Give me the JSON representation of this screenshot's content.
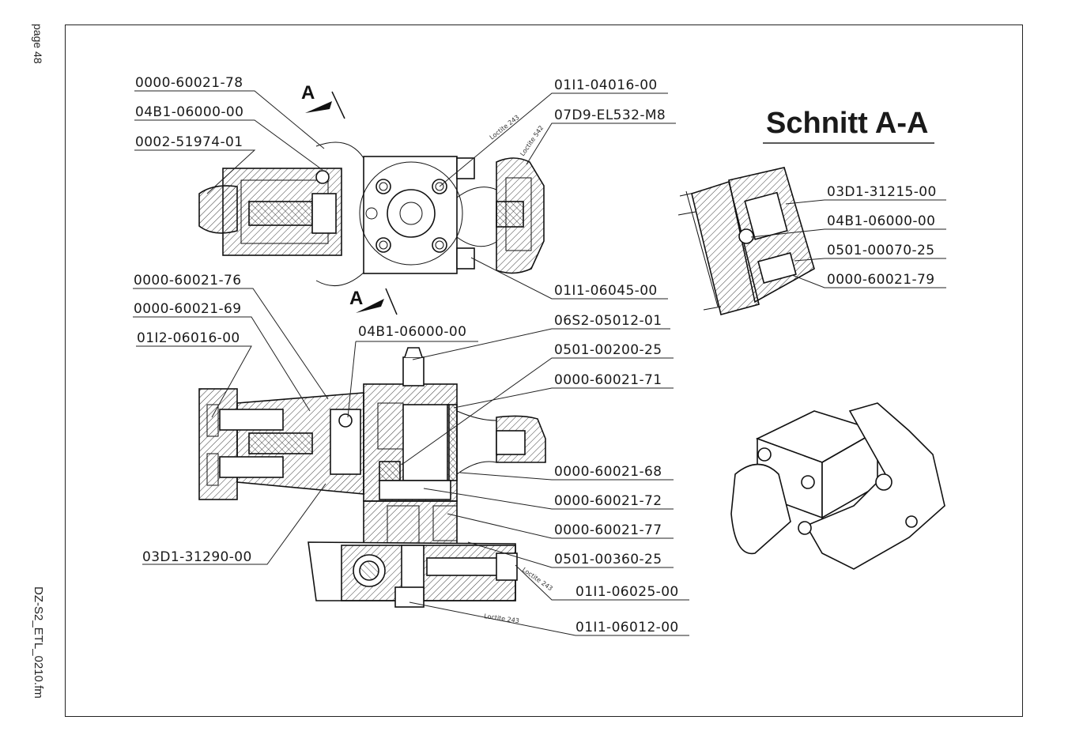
{
  "side": {
    "page_label": "page 48",
    "file_label": "DZ-S2_ETL_0210.fm"
  },
  "section_title": "Schnitt A-A",
  "section_marker": "A",
  "loctite": [
    "Loctite 243",
    "Loctite 542",
    "Loctite 243",
    "Loctite 243"
  ],
  "parts_top": [
    "0000-60021-78",
    "04B1-06000-00",
    "0002-51974-01",
    "01I1-04016-00",
    "07D9-EL532-M8",
    "01I1-06045-00"
  ],
  "parts_bottom_left": [
    "0000-60021-76",
    "0000-60021-69",
    "01I2-06016-00",
    "04B1-06000-00",
    "03D1-31290-00"
  ],
  "parts_bottom_right": [
    "06S2-05012-01",
    "0501-00200-25",
    "0000-60021-71",
    "0000-60021-68",
    "0000-60021-72",
    "0000-60021-77",
    "0501-00360-25",
    "01I1-06025-00",
    "01I1-06012-00"
  ],
  "parts_section": [
    "03D1-31215-00",
    "04B1-06000-00",
    "0501-00070-25",
    "0000-60021-79"
  ]
}
